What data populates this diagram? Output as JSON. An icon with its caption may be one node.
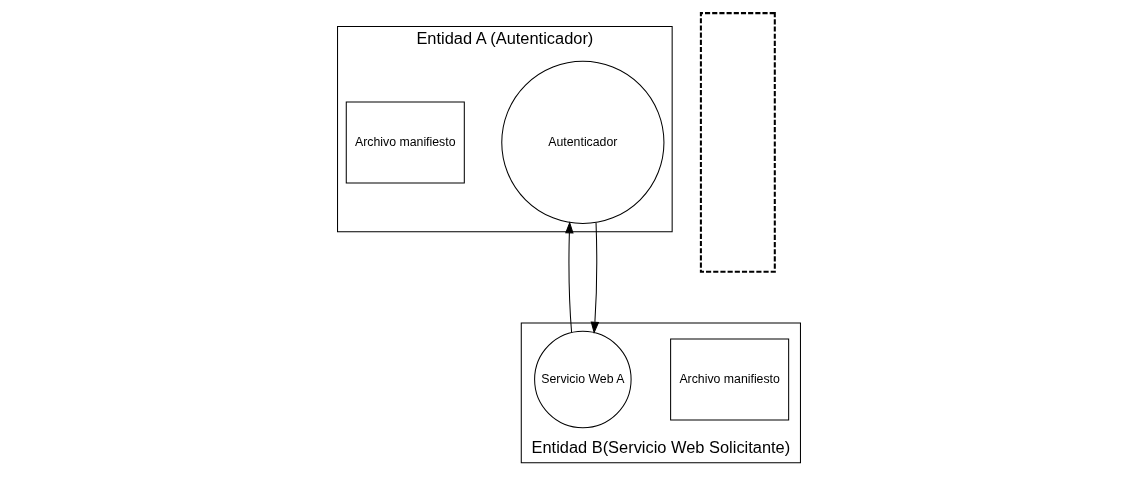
{
  "diagram": {
    "nodes": [
      {
        "text": [
          "Entidad A (Autenticador)"
        ]
      },
      {
        "text": [
          "Autenticador"
        ],
        "in": 0
      },
      {
        "text": [
          "Archivo manifiesto"
        ],
        "in": 0
      },
      {
        "text": [],
        "shape": "box"
      },
      {
        "text": [
          "Entidad B(Servicio Web Solicitante)"
        ]
      },
      {
        "text": [
          "Archivo manifiesto"
        ],
        "in": 4
      },
      {
        "text": [
          "Servicio Web A"
        ],
        "in": 4
      }
    ],
    "edges": [
      {
        "from": 1,
        "to": 6,
        "arrow": "to"
      },
      {
        "from": 6,
        "to": 1,
        "arrow": "to"
      }
    ]
  }
}
